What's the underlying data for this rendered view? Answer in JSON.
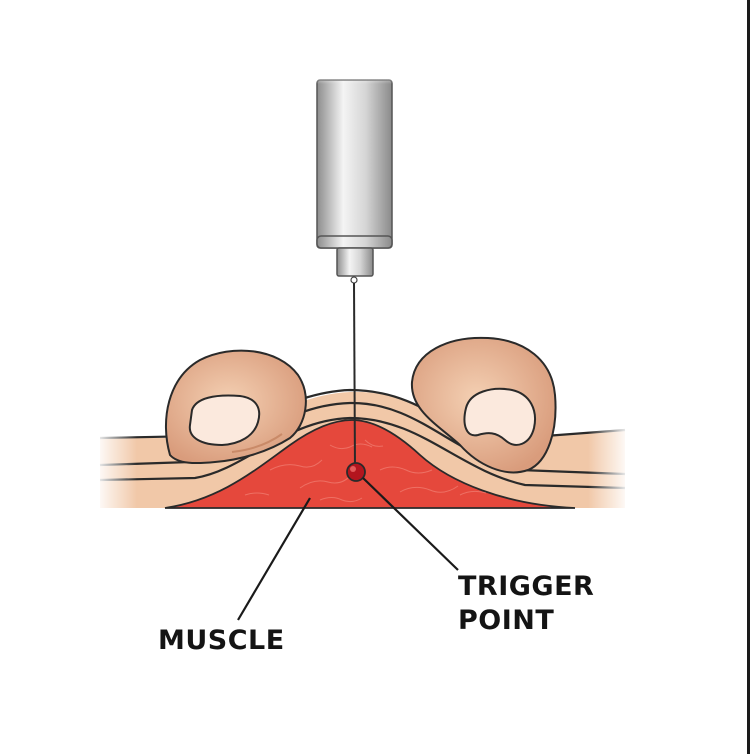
{
  "labels": {
    "muscle": "MUSCLE",
    "trigger_point_line1": "TRIGGER",
    "trigger_point_line2": "POINT"
  },
  "colors": {
    "skin": "#f1c8a8",
    "skin_shadow": "#dfa585",
    "nail": "#fbe9dd",
    "muscle": "#e5483c",
    "trigger_point": "#b3151e",
    "needle_metal": "#c9c9c9",
    "outline": "#2a2a2a"
  },
  "icons": {
    "syringe": "syringe-icon",
    "needle": "needle-icon",
    "left_finger": "finger-icon",
    "right_finger": "finger-icon"
  }
}
